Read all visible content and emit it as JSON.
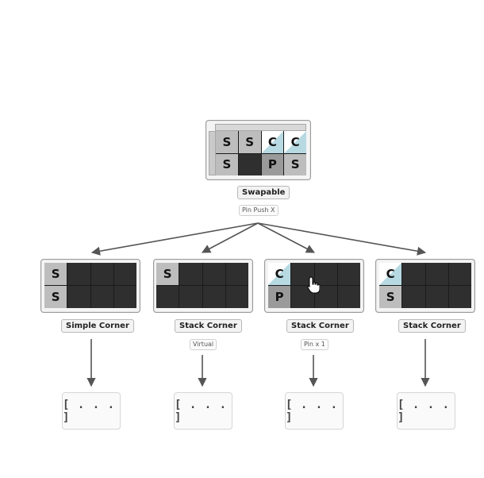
{
  "root": {
    "label": "Swapable",
    "sublabel": "Pin Push X",
    "board": [
      [
        "S",
        "S",
        "C",
        "C"
      ],
      [
        "S",
        "",
        "P",
        "S"
      ]
    ],
    "board_types": [
      [
        "s",
        "s",
        "c",
        "c"
      ],
      [
        "s",
        "dark",
        "p",
        "s"
      ]
    ]
  },
  "children": [
    {
      "label": "Simple Corner",
      "sublabel": "",
      "board": [
        [
          "S",
          "",
          "",
          ""
        ],
        [
          "S",
          "",
          "",
          ""
        ]
      ],
      "board_types": [
        [
          "s",
          "dark",
          "dark",
          "dark"
        ],
        [
          "s",
          "dark",
          "dark",
          "dark"
        ]
      ],
      "placeholder": "[...]"
    },
    {
      "label": "Stack Corner",
      "sublabel": "Virtual",
      "board": [
        [
          "S",
          "",
          "",
          ""
        ],
        [
          "",
          "",
          "",
          ""
        ]
      ],
      "board_types": [
        [
          "s",
          "dark",
          "dark",
          "dark"
        ],
        [
          "dark",
          "dark",
          "dark",
          "dark"
        ]
      ],
      "placeholder": "[...]"
    },
    {
      "label": "Stack Corner",
      "sublabel": "Pin x 1",
      "board": [
        [
          "C",
          "",
          "",
          ""
        ],
        [
          "P",
          "",
          "",
          ""
        ]
      ],
      "board_types": [
        [
          "c",
          "dark",
          "dark",
          "dark"
        ],
        [
          "p",
          "dark",
          "dark",
          "dark"
        ]
      ],
      "placeholder": "[...]",
      "cursor": "hand-cursor-icon"
    },
    {
      "label": "Stack Corner",
      "sublabel": "",
      "board": [
        [
          "C",
          "",
          "",
          ""
        ],
        [
          "S",
          "",
          "",
          ""
        ]
      ],
      "board_types": [
        [
          "c",
          "dark",
          "dark",
          "dark"
        ],
        [
          "s",
          "dark",
          "dark",
          "dark"
        ]
      ],
      "placeholder": "[...]"
    }
  ],
  "colors": {
    "dark_cell": "#2f2f2f",
    "s_cell": "#bdbdbd",
    "p_cell": "#9a9a9a",
    "c_cell_accent": "#b7d9e2",
    "arrow": "#555555"
  },
  "icons": {
    "arrow": "arrow-icon",
    "cursor": "hand-cursor-icon"
  }
}
